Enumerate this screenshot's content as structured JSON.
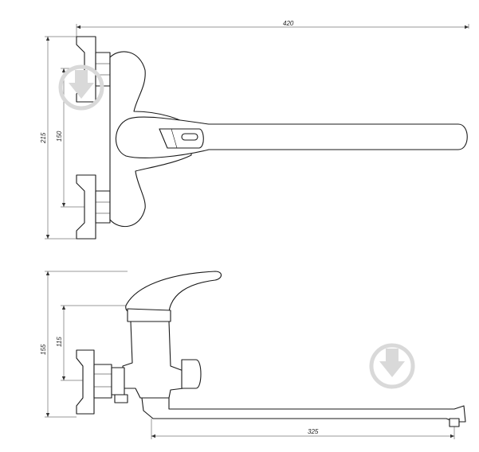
{
  "dimensions": {
    "overall_width": "420",
    "overall_height_top": "215",
    "inlet_spacing": "150",
    "body_height": "155",
    "inlet_height": "115",
    "spout_reach": "325"
  },
  "colors": {
    "line": "#1a1a1a",
    "watermark": "#d9d9d9",
    "background": "#ffffff"
  },
  "icons": {
    "watermark": "download-arrow-circle-icon"
  }
}
